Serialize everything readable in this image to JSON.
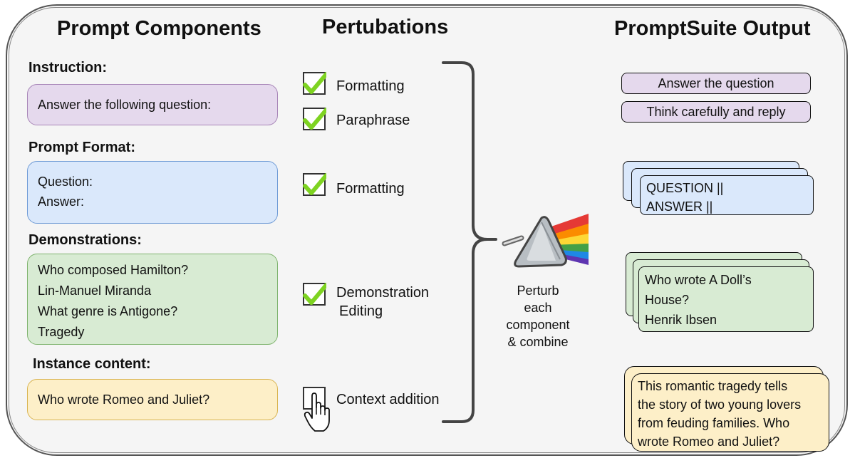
{
  "headings": {
    "components": "Prompt Components",
    "perturbations": "Pertubations",
    "output": "PromptSuite Output"
  },
  "components": {
    "instruction": {
      "label": "Instruction:",
      "text": "Answer the following question:"
    },
    "format": {
      "label": "Prompt Format:",
      "lines": [
        "Question:",
        "Answer:"
      ]
    },
    "demonstrations": {
      "label": "Demonstrations:",
      "lines": [
        "Who composed Hamilton?",
        "Lin-Manuel Miranda",
        "What genre is Antigone?",
        "Tragedy"
      ]
    },
    "instance": {
      "label": "Instance content:",
      "text": "Who wrote Romeo and Juliet?"
    }
  },
  "perturbations": {
    "formatting_1": "Formatting",
    "paraphrase": "Paraphrase",
    "formatting_2": "Formatting",
    "demonstration_editing": [
      "Demonstration",
      "Editing"
    ],
    "context_addition": "Context addition"
  },
  "center": {
    "lines": [
      "Perturb",
      "each",
      "component",
      "& combine"
    ]
  },
  "outputs": {
    "instruction": [
      "Answer the question",
      "Think carefully and reply"
    ],
    "format": [
      "QUESTION ||",
      "ANSWER ||"
    ],
    "demonstration": [
      "Who wrote A Doll’s",
      "House?",
      "Henrik Ibsen"
    ],
    "instance": [
      "This romantic tragedy tells",
      "the story of two young lovers",
      "from feuding families. Who",
      "wrote Romeo and Juliet?"
    ]
  },
  "colors": {
    "purple_fill": "#e5d9ed",
    "blue_fill": "#dae8fb",
    "green_fill": "#d8ebd3",
    "yellow_fill": "#fdefc8",
    "check_green": "#7ed321"
  },
  "icons": [
    "checked-checkbox-icon",
    "empty-checkbox-icon",
    "hand-cursor-icon",
    "prism-icon",
    "bracket-icon"
  ]
}
